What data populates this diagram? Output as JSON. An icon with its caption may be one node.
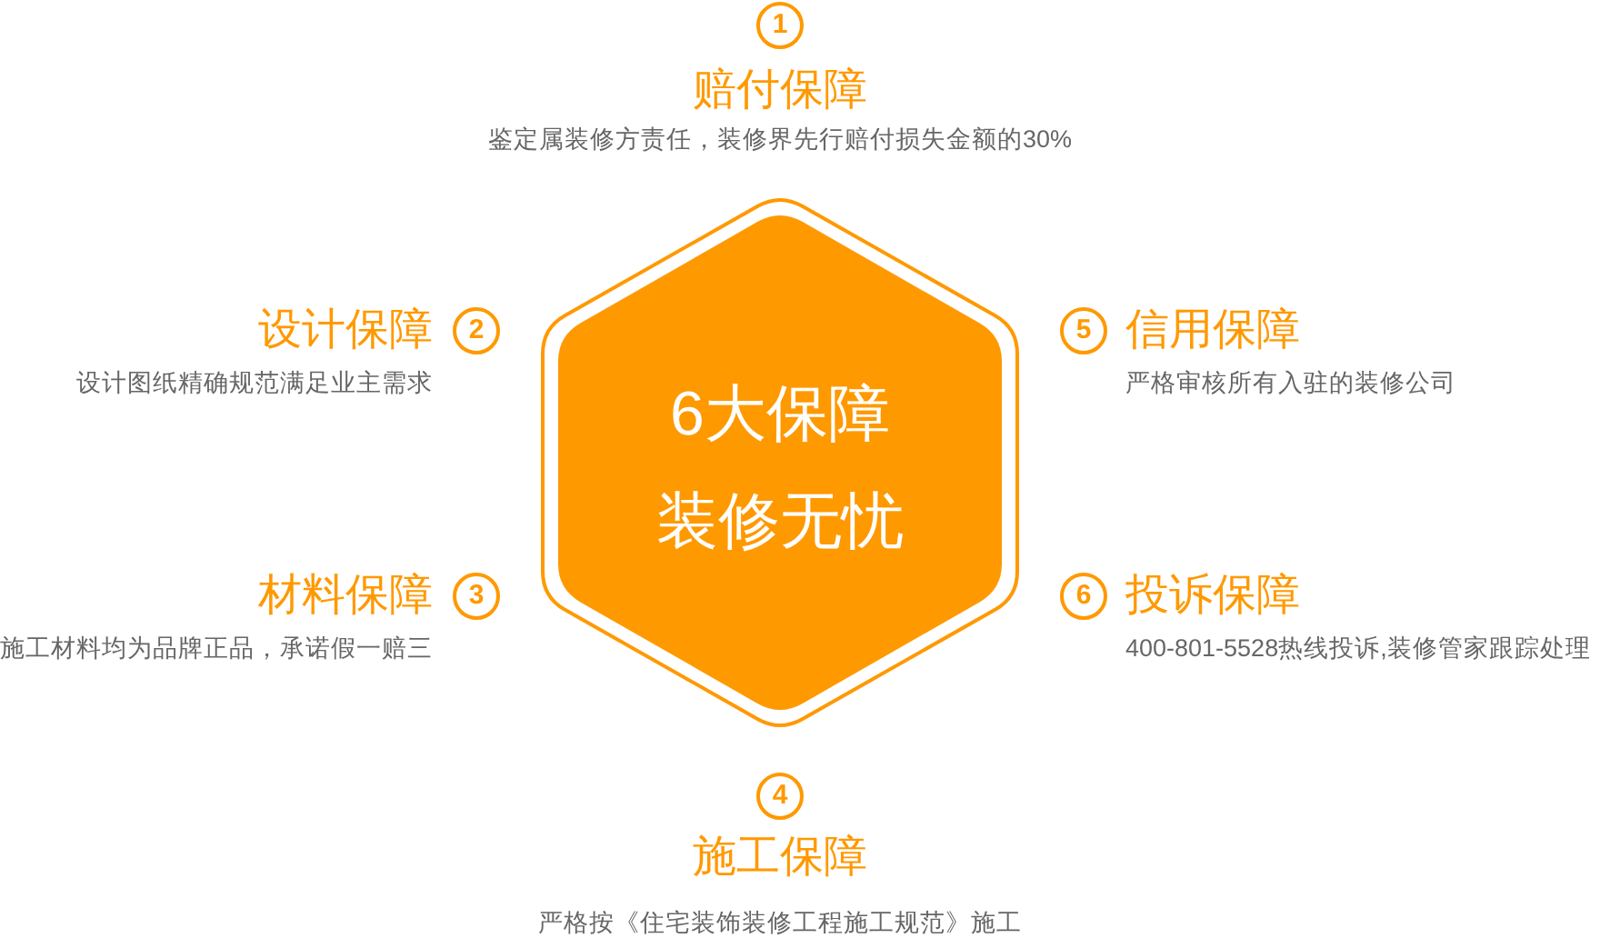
{
  "diagram": {
    "nodes": [
      {
        "text": [
          "6大保障",
          "装修无忧"
        ]
      },
      {
        "text": [
          "1"
        ],
        "beside": [
          "赔付保障",
          "鉴定属装修方责任，装修界先行赔付损失金额的30%"
        ]
      },
      {
        "text": [
          "2"
        ],
        "beside": [
          "设计保障",
          "设计图纸精确规范满足业主需求"
        ]
      },
      {
        "text": [
          "3"
        ],
        "beside": [
          "材料保障",
          "施工材料均为品牌正品，承诺假一赔三"
        ]
      },
      {
        "text": [
          "4"
        ],
        "beside": [
          "施工保障",
          "严格按《住宅装饰装修工程施工规范》施工"
        ]
      },
      {
        "text": [
          "5"
        ],
        "beside": [
          "信用保障",
          "严格审核所有入驻的装修公司"
        ]
      },
      {
        "text": [
          "6"
        ],
        "beside": [
          "投诉保障",
          "400-801-5528热线投诉,装修管家跟踪处理"
        ]
      }
    ]
  }
}
